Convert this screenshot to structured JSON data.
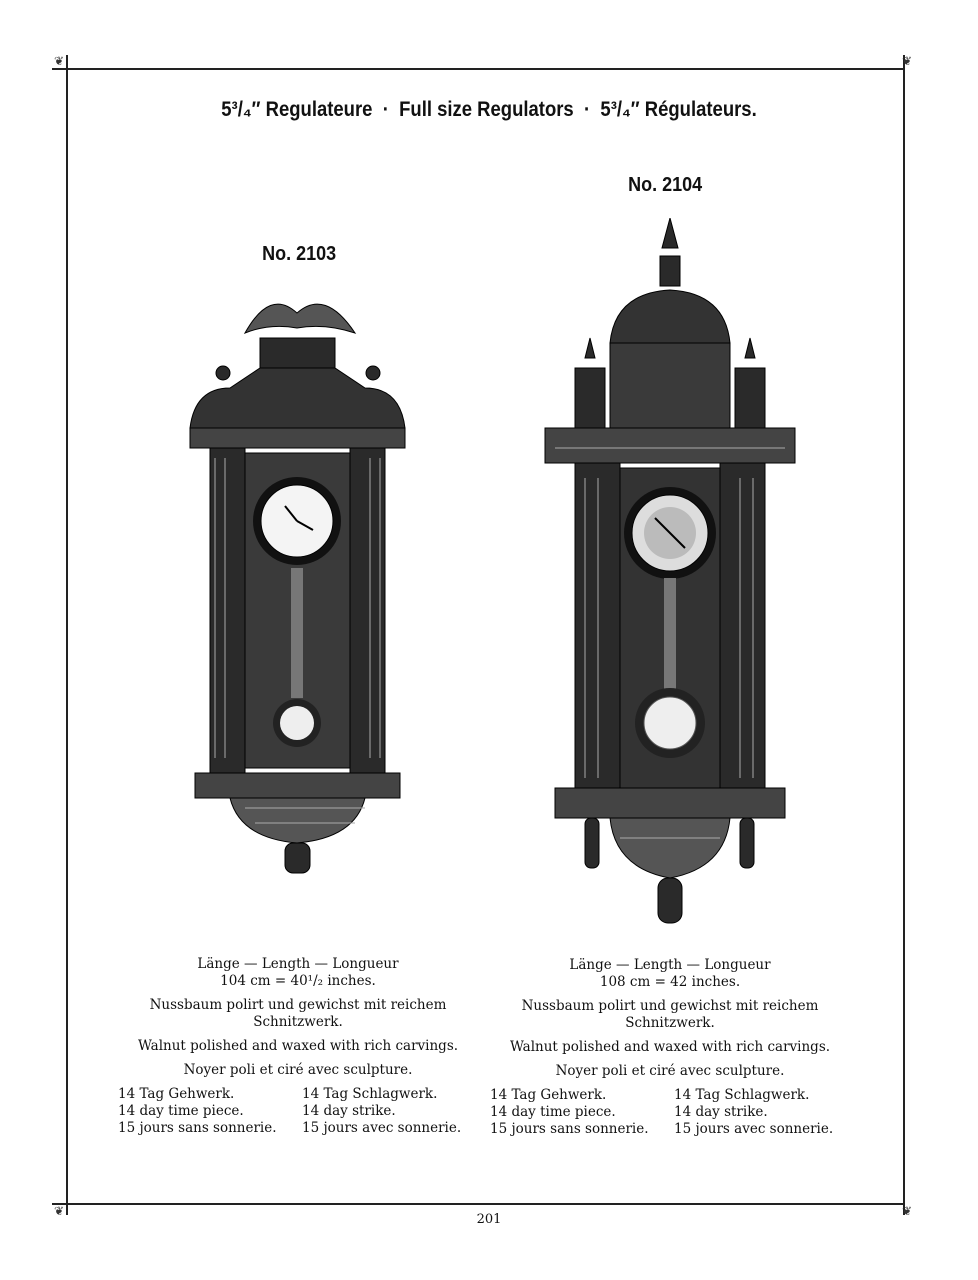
{
  "title": {
    "left": "5³/₄″ Regulateure",
    "sep1": "·",
    "middle": "Full size Regulators",
    "sep2": "·",
    "right": "5³/₄″ Régulateurs."
  },
  "clocks": [
    {
      "number": "No. 2103",
      "length_label": "Länge — Length — Longueur",
      "length_value": "104 cm = 40¹/₂ inches.",
      "de": "Nussbaum polirt und gewichst mit reichem Schnitzwerk.",
      "en": "Walnut polished and waxed with rich carvings.",
      "fr": "Noyer poli et ciré avec sculpture.",
      "left_col": [
        "14 Tag Gehwerk.",
        "14 day time piece.",
        "15 jours sans sonnerie."
      ],
      "right_col": [
        "14 Tag Schlagwerk.",
        "14 day strike.",
        "15 jours avec sonnerie."
      ]
    },
    {
      "number": "No. 2104",
      "length_label": "Länge — Length — Longueur",
      "length_value": "108 cm = 42 inches.",
      "de": "Nussbaum polirt und gewichst mit reichem Schnitzwerk.",
      "en": "Walnut polished and waxed with rich carvings.",
      "fr": "Noyer poli et ciré avec sculpture.",
      "left_col": [
        "14 Tag Gehwerk.",
        "14 day time piece.",
        "15 jours sans sonnerie."
      ],
      "right_col": [
        "14 Tag Schlagwerk.",
        "14 day strike.",
        "15 jours avec sonnerie."
      ]
    }
  ],
  "page_number": "201"
}
